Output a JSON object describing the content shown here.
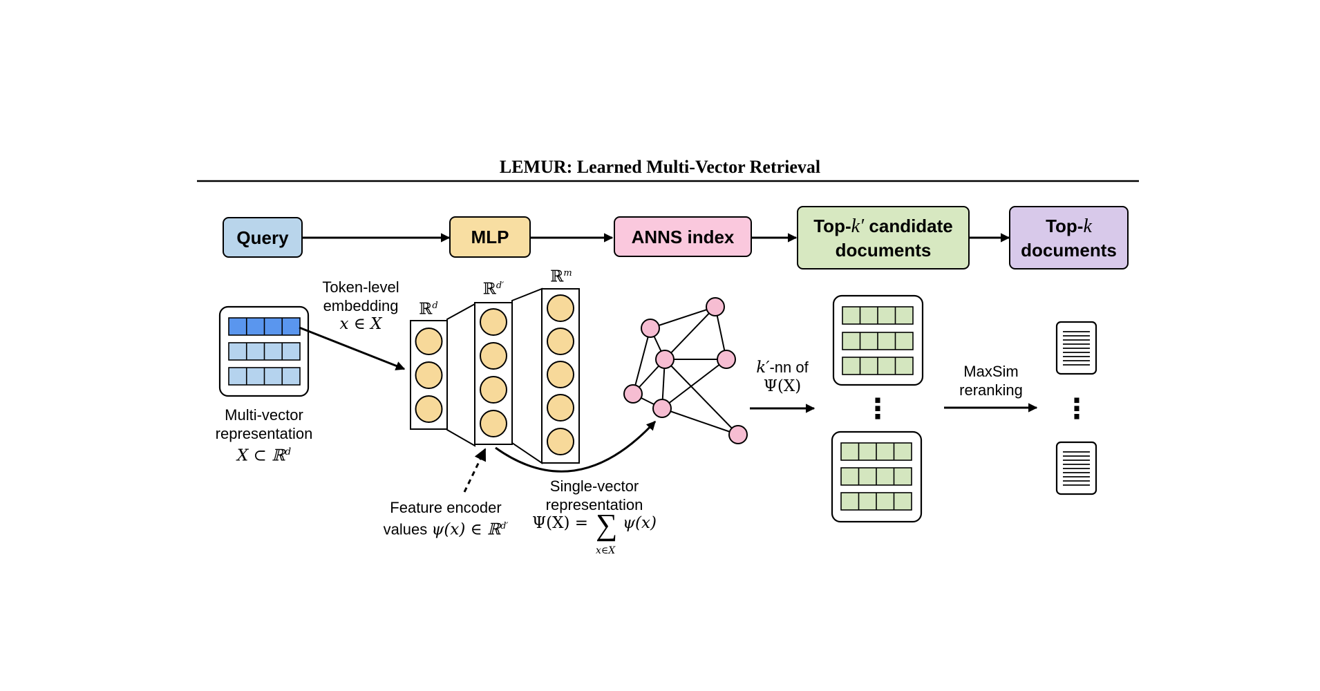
{
  "title": "LEMUR: Learned Multi-Vector Retrieval",
  "pipeline": {
    "query": "Query",
    "mlp": "MLP",
    "anns": "ANNS index",
    "candidates_prefix": "Top-",
    "candidates_k": "k′",
    "candidates_suffix": " candidate",
    "candidates_line2": "documents",
    "topk_prefix": "Top-",
    "topk_k": "k",
    "topk_line2": "documents"
  },
  "labels": {
    "multi_vector_line1": "Multi-vector",
    "multi_vector_line2": "representation",
    "multi_vector_math": "X ⊂ ℝ",
    "multi_vector_sup": "d",
    "token_line1": "Token-level",
    "token_line2": "embedding",
    "token_math": "x ∈ X",
    "layer1_dim": "ℝ",
    "layer1_sup": "d",
    "layer2_dim": "ℝ",
    "layer2_sup": "d′",
    "layer3_dim": "ℝ",
    "layer3_sup": "m",
    "feature_line1": "Feature encoder",
    "feature_line2_prefix": "values ",
    "feature_math": "ψ(x) ∈ ℝ",
    "feature_sup": "d′",
    "single_line1": "Single-vector",
    "single_line2": "representation",
    "single_lhs": "Ψ(X) =",
    "single_sigma": "∑",
    "single_rhs": "ψ(x)",
    "single_sub": "x∈X",
    "knn_k": "k′",
    "knn_text": "-nn of",
    "knn_math": "Ψ(X)",
    "maxsim_line1": "MaxSim",
    "maxsim_line2": "reranking",
    "dots": "⋮"
  },
  "colors": {
    "query": "#b9d5eb",
    "mlp": "#f8dea2",
    "anns": "#fac8dd",
    "candidates": "#d7e8c1",
    "topk": "#d8c9ea",
    "token_highlight": "#5a96ee",
    "token_light": "#b5d3ee",
    "neuron": "#f7d99a",
    "graph_node": "#f6bdd2",
    "doc_cell": "#d4e6bf"
  },
  "icons": [
    "document-icon",
    "neural-network-icon",
    "graph-icon"
  ]
}
